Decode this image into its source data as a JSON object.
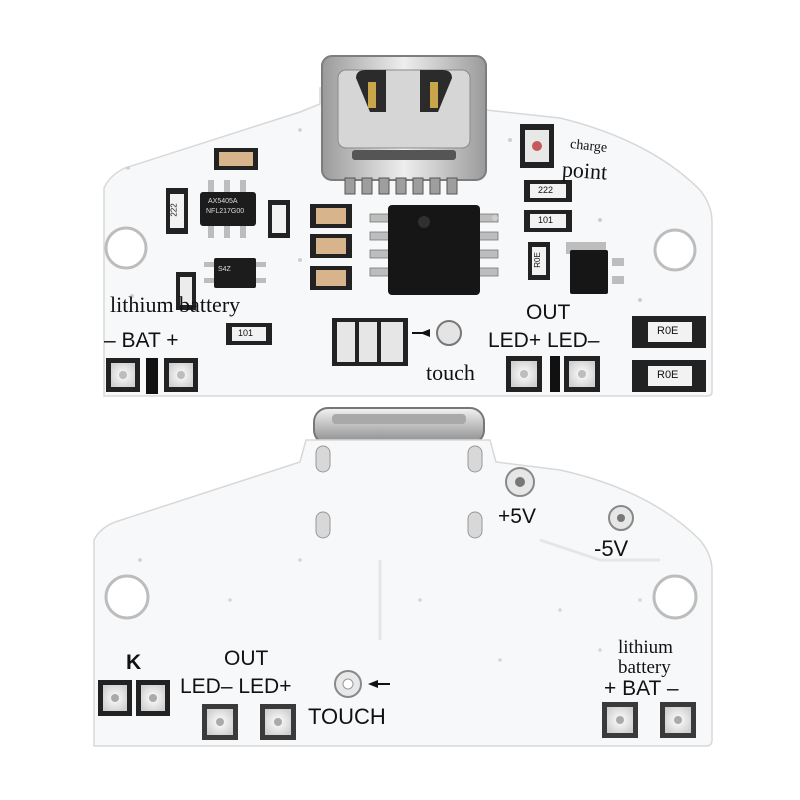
{
  "top_board": {
    "chip_labels": {
      "ic1_line1": "AX5405A",
      "ic1_line2": "NFL217G00",
      "res_222_left": "222",
      "res_222_right": "222",
      "res_101_right": "101",
      "res_101_bottom": "101",
      "res_r0e": "R0E",
      "res_r0e_a": "R0E",
      "res_r0e_b": "R0E",
      "sot_small": "S4Z"
    },
    "charge_label": "charge",
    "point_label": "point",
    "lithium_battery": "lithium battery",
    "bat_label": "–  BAT  +",
    "out_label": "OUT",
    "led_label": "LED+  LED–",
    "touch_label": "touch"
  },
  "bottom_board": {
    "plus5v": "+5V",
    "minus5v": "-5V",
    "k_label": "K",
    "out_label": "OUT",
    "led_label": "LED–   LED+",
    "touch_label": "TOUCH",
    "lithium_label": "lithium",
    "battery_label": "battery",
    "bat_label": "+  BAT  –"
  }
}
